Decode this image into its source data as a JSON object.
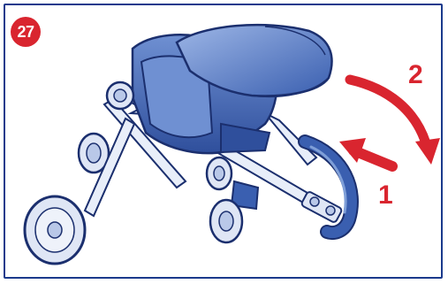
{
  "step": {
    "number": "27"
  },
  "callouts": {
    "first": "1",
    "second": "2"
  },
  "colors": {
    "border": "#1b3a8c",
    "badge": "#d9252f",
    "arrow": "#d9252f",
    "fabric_dark": "#3a5fb0",
    "fabric_light": "#7f9fd8",
    "frame": "#e8eef9",
    "outline": "#1b2f6e"
  }
}
